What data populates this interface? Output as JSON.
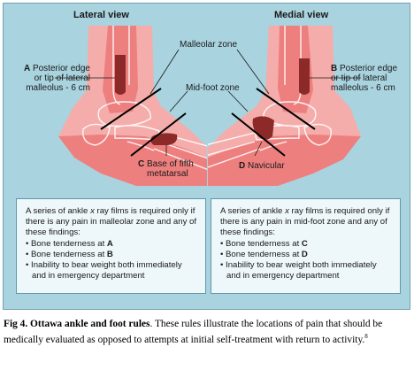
{
  "views": {
    "lateral": "Lateral view",
    "medial": "Medial view"
  },
  "zones": {
    "malleolar": "Malleolar zone",
    "midfoot": "Mid-foot zone"
  },
  "points": {
    "A": {
      "letter": "A",
      "line1": "Posterior edge",
      "line2": "or tip of lateral",
      "line3": "malleolus - 6 cm"
    },
    "B": {
      "letter": "B",
      "line1": "Posterior edge",
      "line2": "or tip of lateral",
      "line3": "malleolus - 6 cm"
    },
    "C": {
      "letter": "C",
      "line1": "Base of fifth",
      "line2": "metatarsal"
    },
    "D": {
      "letter": "D",
      "line1": "Navicular"
    }
  },
  "ankle_box": {
    "intro_1": "A series of ankle ",
    "intro_x": "x",
    "intro_2": " ray films is required only if there is any pain in malleolar zone and any of these findings:",
    "item1_text": "Bone tenderness at ",
    "item1_letter": "A",
    "item2_text": "Bone tenderness at ",
    "item2_letter": "B",
    "item3_text": "Inability to bear weight both immediately and in emergency department"
  },
  "foot_box": {
    "intro_1": "A series of ankle ",
    "intro_x": "x",
    "intro_2": " ray films is required only if there is any pain in mid-foot zone and any of these findings:",
    "item1_text": "Bone tenderness at ",
    "item1_letter": "C",
    "item2_text": "Bone tenderness at ",
    "item2_letter": "D",
    "item3_text": "Inability to bear weight both immediately and in emergency department"
  },
  "caption": {
    "label": "Fig 4. Ottawa ankle and foot rules",
    "text": ". These rules illustrate the locations of pain that should be medically evaluated as opposed to attempts at initial self-treatment with return to activity.",
    "ref": "8"
  },
  "colors": {
    "panel": "#a9d3df",
    "skin": "#ee7f7f",
    "skin_light": "#f4adab",
    "zone_mark": "#8c2a2a",
    "box_fill": "#eef7fa"
  }
}
